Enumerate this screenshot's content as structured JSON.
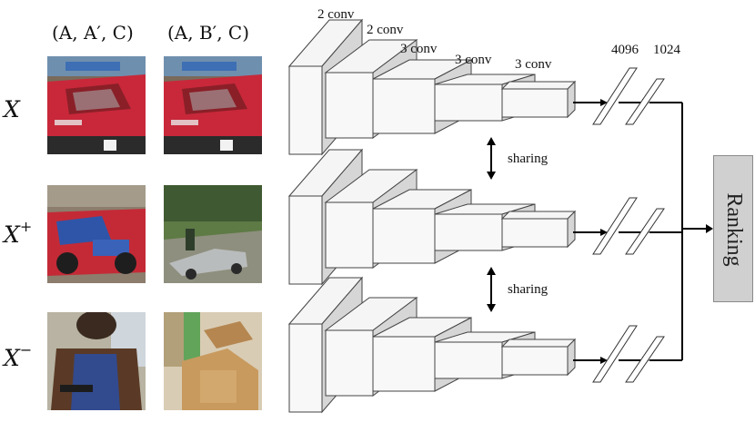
{
  "columns": {
    "col1": "(A, A′, C)",
    "col2": "(A, B′, C)"
  },
  "rows": [
    {
      "label": "X",
      "sup": ""
    },
    {
      "label": "X",
      "sup": "+"
    },
    {
      "label": "X",
      "sup": "−"
    }
  ],
  "network": {
    "layers": [
      "2 conv",
      "2 conv",
      "3 conv",
      "3 conv",
      "3 conv"
    ],
    "fc": [
      "4096",
      "1024"
    ],
    "sharing": "sharing",
    "output": "Ranking"
  },
  "images": [
    [
      "red-rally-car-closeup",
      "red-rally-car-closeup"
    ],
    [
      "red-rally-car-rear",
      "silver-car-on-road"
    ],
    [
      "person-in-jacket",
      "cardboard-boxes"
    ]
  ]
}
